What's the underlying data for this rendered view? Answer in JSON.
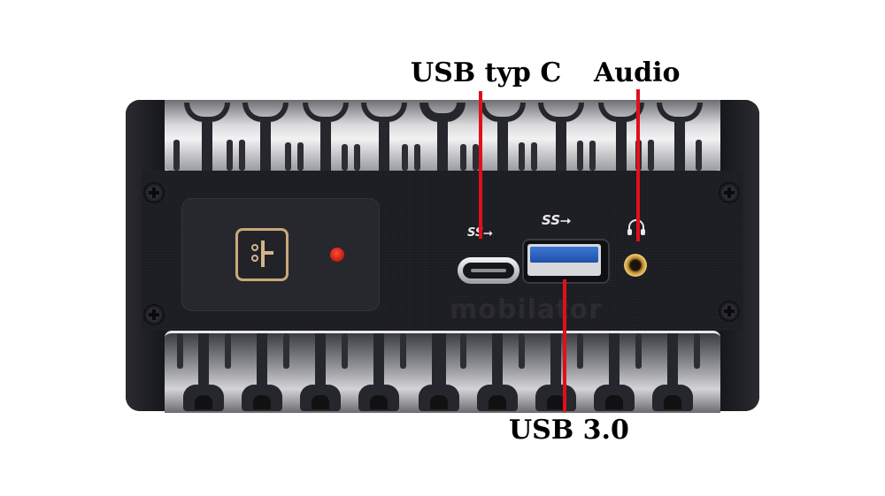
{
  "image": {
    "subject": "mini PC front panel",
    "annotations": [
      {
        "id": "usb-c",
        "label": "USB typ C"
      },
      {
        "id": "audio",
        "label": "Audio"
      },
      {
        "id": "usb3",
        "label": "USB 3.0"
      }
    ],
    "panel": {
      "usb_c_logo": "SS",
      "usb_a_logo": "SS",
      "watermark": "mobilator"
    },
    "colors": {
      "annotation_line": "#e0101a",
      "power_button_border": "#c9a97a",
      "led": "#e02418",
      "usb3_port": "#2e63c2",
      "audio_jack": "#d4a84a",
      "chassis": "#1d1e24"
    }
  }
}
